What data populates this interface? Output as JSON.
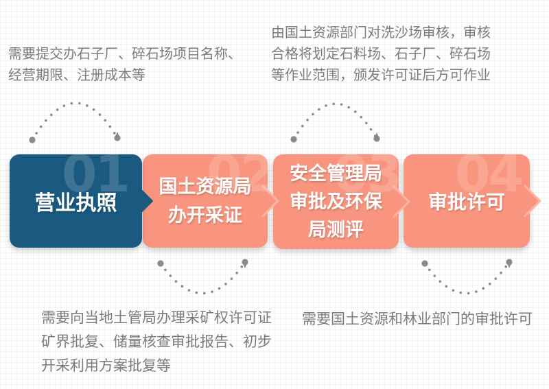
{
  "notes": {
    "top_left": "需要提交办石子厂、碎石场项目名称、\n经营期限、注册成本等",
    "top_right": "由国土资源部门对洗沙场审核，审核\n合格将划定石料场、石子厂、碎石场\n等作业范围，颁发许可证后方可作业",
    "bottom_left": "需要向当地土管局办理采矿权许可证\n矿界批复、储量核查审批报告、初步\n开采利用方案批复等",
    "bottom_right": "需要国土资源和林业部门的审批许可"
  },
  "steps": [
    {
      "number": "01",
      "label": "营业执照"
    },
    {
      "number": "02",
      "label": "国土资源局\n办开采证"
    },
    {
      "number": "03",
      "label": "安全管理局\n审批及环保\n局测评"
    },
    {
      "number": "04",
      "label": "审批许可"
    }
  ],
  "colors": {
    "step1_bg": "#1a5980",
    "step_bg": "#f9957f",
    "step_text": "#ffffff",
    "number_watermark": "rgba(255,255,255,0.16)",
    "note_text": "#7b7b7b",
    "dots": "#8a8a8a",
    "grid_line": "#ececec"
  }
}
